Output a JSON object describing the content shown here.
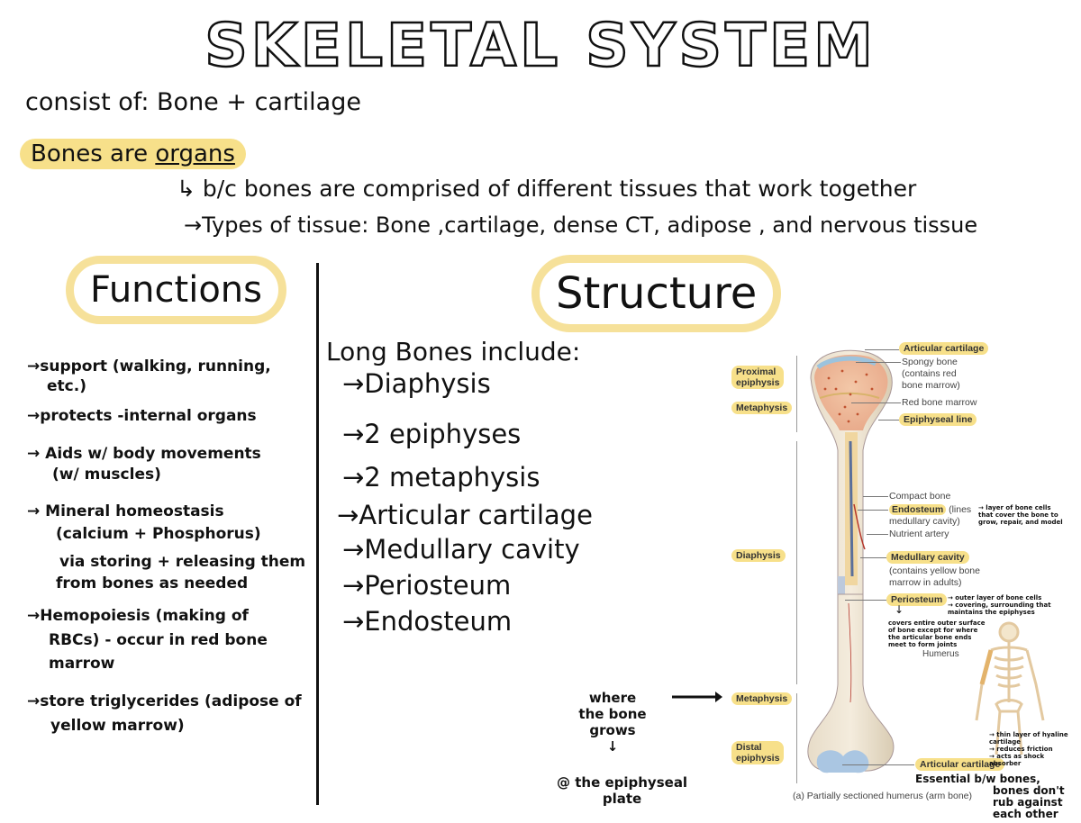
{
  "title": "SKELETAL SYSTEM",
  "consist": "consist of: Bone + cartilage",
  "bones_are": "Bones are",
  "organs": "organs",
  "because": "↳ b/c bones are comprised of different tissues that work together",
  "types": "→Types of tissue: Bone ,cartilage, dense CT, adipose , and nervous tissue",
  "functions_heading": "Functions",
  "structure_heading": "Structure",
  "functions": [
    "→support (walking, running,",
    "etc.)",
    "→protects -internal organs",
    "→ Aids w/ body movements",
    "(w/ muscles)",
    "→ Mineral homeostasis",
    "(calcium + Phosphorus)",
    "via storing + releasing them",
    "from bones as needed",
    "→Hemopoiesis (making of",
    "RBCs) - occur in red bone",
    "marrow",
    "→store triglycerides (adipose of",
    "yellow marrow)"
  ],
  "long_bones": {
    "heading": "Long Bones include:",
    "items": [
      "→Diaphysis",
      "→2 epiphyses",
      "→2 metaphysis",
      "→Articular cartilage",
      "→Medullary cavity",
      "→Periosteum",
      "→Endosteum"
    ]
  },
  "diagram": {
    "proximal_epiphysis_1": "Proximal",
    "proximal_epiphysis_2": "epiphysis",
    "metaphysis_top": "Metaphysis",
    "diaphysis": "Diaphysis",
    "metaphysis_bottom": "Metaphysis",
    "distal_epiphysis_1": "Distal",
    "distal_epiphysis_2": "epiphysis",
    "articular_cartilage_top": "Articular cartilage",
    "spongy_1": "Spongy  bone",
    "spongy_2": "(contains red",
    "spongy_3": "bone marrow)",
    "red_marrow": "Red bone marrow",
    "epiphyseal_line": "Epiphyseal line",
    "compact": "Compact bone",
    "endosteum": "Endosteum",
    "endosteum_2": "(lines",
    "endosteum_3": "medullary cavity)",
    "nutrient": "Nutrient artery",
    "medullary": "Medullary cavity",
    "medullary_2": "(contains yellow bone",
    "medullary_3": "marrow in adults)",
    "periosteum": "Periosteum",
    "humerus": "Humerus",
    "articular_cartilage_bottom": "Articular cartilage",
    "caption": "(a) Partially sectioned humerus (arm bone)"
  },
  "notes": {
    "endosteum_note_1": "→ layer of bone cells",
    "endosteum_note_2": "that cover the bone to",
    "endosteum_note_3": "grow, repair, and model",
    "periosteum_note_1": "→ outer layer of bone cells",
    "periosteum_note_2": "→ covering, surrounding that",
    "periosteum_note_3": "maintains the epiphyses",
    "periosteum_note_4": "covers entire outer surface",
    "periosteum_note_5": "of bone except for where",
    "periosteum_note_6": "the articular bone ends",
    "periosteum_note_7": "meet to form joints",
    "cartilage_note_1": "→ thin layer of hyaline",
    "cartilage_note_2": "cartilage",
    "cartilage_note_3": "→ reduces friction",
    "cartilage_note_4": "→ acts as shock",
    "cartilage_note_5": "absorber",
    "cartilage_note_6": "Essential b/w bones,",
    "cartilage_note_7": "bones don't",
    "cartilage_note_8": "rub against",
    "cartilage_note_9": "each other",
    "growth_1": "where",
    "growth_2": "the bone",
    "growth_3": "grows",
    "growth_arrow": "↓",
    "growth_4": "@ the epiphyseal",
    "growth_5": "plate"
  },
  "colors": {
    "highlight": "#f7e08a",
    "cloud": "#f6e19a",
    "bone": "#e9dcc6",
    "marrow": "#c0522f"
  }
}
